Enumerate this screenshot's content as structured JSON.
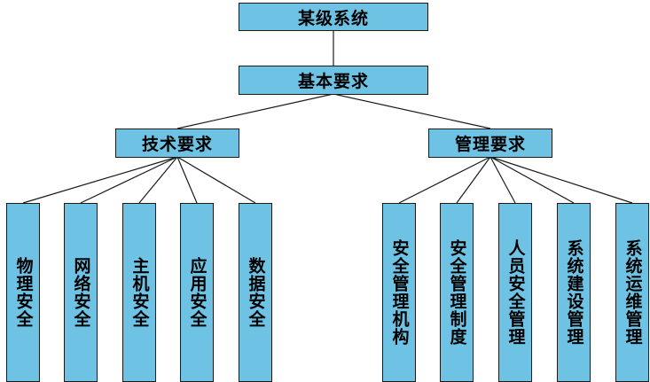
{
  "root": {
    "label": "某级系统"
  },
  "basic": {
    "label": "基本要求"
  },
  "tech": {
    "label": "技术要求",
    "items": [
      "物理安全",
      "网络安全",
      "主机安全",
      "应用安全",
      "数据安全"
    ]
  },
  "mgmt": {
    "label": "管理要求",
    "items": [
      "安全管理机构",
      "安全管理制度",
      "人员安全管理",
      "系统建设管理",
      "系统运维管理"
    ]
  }
}
